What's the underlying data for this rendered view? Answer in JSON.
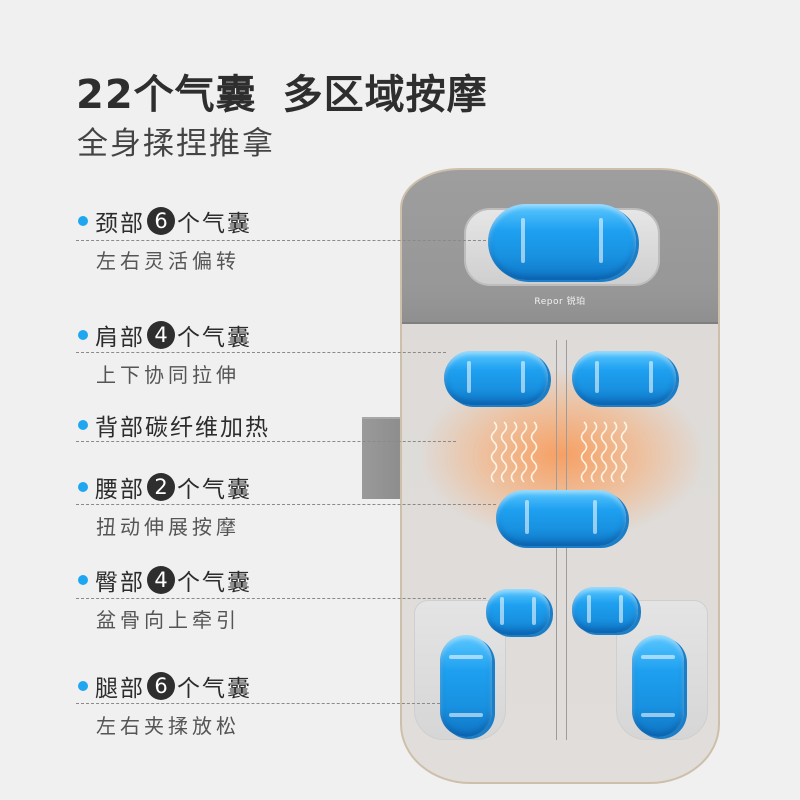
{
  "header": {
    "title_part1": "22个气囊",
    "title_part2": "多区域按摩",
    "subtitle": "全身揉捏推拿"
  },
  "features": [
    {
      "area": "颈部",
      "count": "6",
      "unit": "个气囊",
      "desc": "左右灵活偏转"
    },
    {
      "area": "肩部",
      "count": "4",
      "unit": "个气囊",
      "desc": "上下协同拉伸"
    },
    {
      "area": "背部碳纤维加热",
      "count": null,
      "unit": "",
      "desc": ""
    },
    {
      "area": "腰部",
      "count": "2",
      "unit": "个气囊",
      "desc": "扭动伸展按摩"
    },
    {
      "area": "臀部",
      "count": "4",
      "unit": "个气囊",
      "desc": "盆骨向上牵引"
    },
    {
      "area": "腿部",
      "count": "6",
      "unit": "个气囊",
      "desc": "左右夹揉放松"
    }
  ],
  "device": {
    "logo": "Repor 锐珀",
    "airbag_color": "#1ea0f0",
    "heat_color": "#ff8c3c",
    "accent_dot_color": "#1ea7f0"
  }
}
